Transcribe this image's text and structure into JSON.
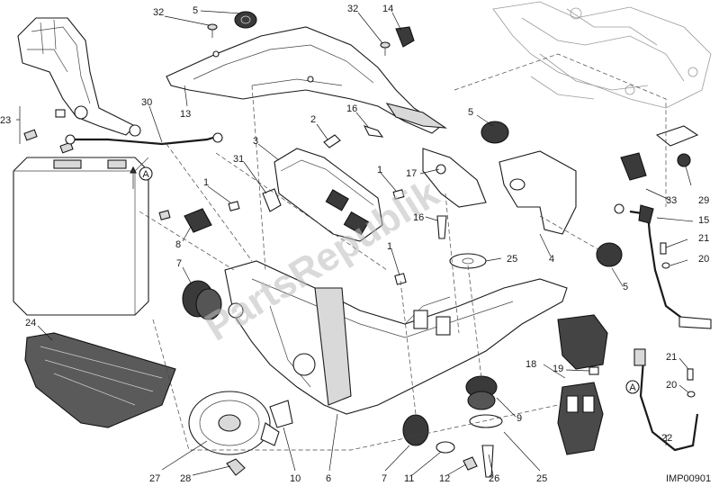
{
  "diagram": {
    "drawing_code": "IMP00901",
    "watermark": "PartsRepublik",
    "callouts": [
      {
        "id": "c32a",
        "text": "32"
      },
      {
        "id": "c5a",
        "text": "5"
      },
      {
        "id": "c32b",
        "text": "32"
      },
      {
        "id": "c14",
        "text": "14"
      },
      {
        "id": "c13",
        "text": "13"
      },
      {
        "id": "c30",
        "text": "30"
      },
      {
        "id": "c23",
        "text": "23"
      },
      {
        "id": "c2",
        "text": "2"
      },
      {
        "id": "c16a",
        "text": "16"
      },
      {
        "id": "c5b",
        "text": "5"
      },
      {
        "id": "c3",
        "text": "3"
      },
      {
        "id": "c31",
        "text": "31"
      },
      {
        "id": "c1a",
        "text": "1"
      },
      {
        "id": "c1b",
        "text": "1"
      },
      {
        "id": "c17",
        "text": "17"
      },
      {
        "id": "c16b",
        "text": "16"
      },
      {
        "id": "c33",
        "text": "33"
      },
      {
        "id": "c29",
        "text": "29"
      },
      {
        "id": "c15",
        "text": "15"
      },
      {
        "id": "c21a",
        "text": "21"
      },
      {
        "id": "c20a",
        "text": "20"
      },
      {
        "id": "c8",
        "text": "8"
      },
      {
        "id": "c1c",
        "text": "1"
      },
      {
        "id": "c25a",
        "text": "25"
      },
      {
        "id": "c4",
        "text": "4"
      },
      {
        "id": "c5c",
        "text": "5"
      },
      {
        "id": "c7a",
        "text": "7"
      },
      {
        "id": "c24",
        "text": "24"
      },
      {
        "id": "c18",
        "text": "18"
      },
      {
        "id": "c19",
        "text": "19"
      },
      {
        "id": "c21b",
        "text": "21"
      },
      {
        "id": "c20b",
        "text": "20"
      },
      {
        "id": "c22",
        "text": "22"
      },
      {
        "id": "c9",
        "text": "9"
      },
      {
        "id": "c27",
        "text": "27"
      },
      {
        "id": "c28",
        "text": "28"
      },
      {
        "id": "c10",
        "text": "10"
      },
      {
        "id": "c6",
        "text": "6"
      },
      {
        "id": "c7b",
        "text": "7"
      },
      {
        "id": "c11",
        "text": "11"
      },
      {
        "id": "c12",
        "text": "12"
      },
      {
        "id": "c26",
        "text": "26"
      },
      {
        "id": "c25b",
        "text": "25"
      }
    ],
    "references": [
      {
        "id": "refA1",
        "text": "A"
      },
      {
        "id": "refA2",
        "text": "A"
      }
    ]
  }
}
